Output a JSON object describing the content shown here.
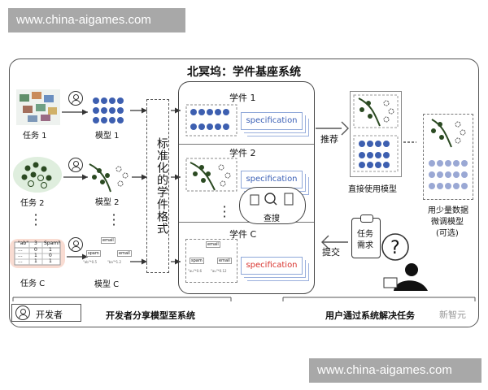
{
  "watermark_top": "www.china-aigames.com",
  "watermark_bottom": "www.china-aigames.com",
  "title": "北冥坞：学件基座系统",
  "tasks": [
    "任务 1",
    "任务  2",
    "任务  C"
  ],
  "models": [
    "模型 1",
    "模型  2",
    "模型  C"
  ],
  "standard_format": "标准化的学件格式",
  "learnware": [
    "学件 1",
    "学件 2",
    "学件 C"
  ],
  "spec_label": "specification",
  "search": "查搜",
  "recommend": "推荐",
  "direct_use": "直接使用模型",
  "finetune": [
    "用少量数据",
    "微调模型",
    "(可选)"
  ],
  "submit": "提交",
  "task_need": [
    "任务",
    "需求"
  ],
  "legend_developer": "开发者",
  "footer_left": "开发者分享模型至系统",
  "footer_right": "用户通过系统解决任务",
  "source_mark": "新智元",
  "table_sample": {
    "headers": [
      "\"ab\"",
      "3",
      "Spam?"
    ],
    "rows": [
      [
        "...",
        "0",
        "1"
      ],
      [
        "...",
        "1",
        "0"
      ],
      [
        "...",
        "1",
        "1"
      ]
    ]
  },
  "tree_labels": {
    "email": "email",
    "spam": "spam",
    "x1": "\"ab\"*0.5",
    "x2": "\"au\"*0.6",
    "x3": "\"ba\"*1.2",
    "x4": "\"au\"*0.12"
  },
  "colors": {
    "blue": "#3d5fb0",
    "green": "#2b4a22",
    "frame": "#555555",
    "spec_red": "#d8322d"
  }
}
